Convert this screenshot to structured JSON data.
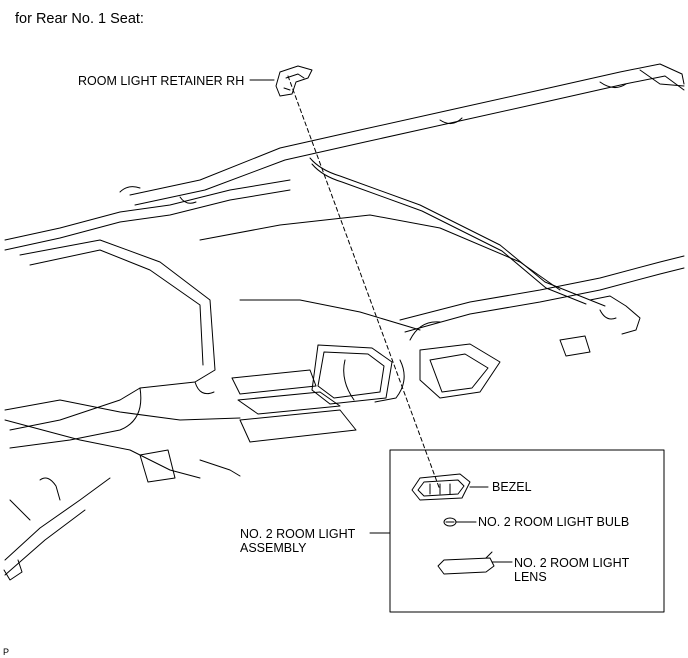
{
  "heading": "for Rear No. 1 Seat:",
  "labels": {
    "retainer": "ROOM LIGHT RETAINER RH",
    "assembly_line1": "NO. 2 ROOM LIGHT",
    "assembly_line2": "ASSEMBLY",
    "bezel": "BEZEL",
    "bulb": "NO. 2 ROOM LIGHT BULB",
    "lens_line1": "NO. 2 ROOM LIGHT",
    "lens_line2": "LENS"
  },
  "footer_code": "P",
  "colors": {
    "line": "#000000",
    "background": "#ffffff"
  },
  "icons": [
    "retainer-clip-icon",
    "bezel-icon",
    "bulb-icon",
    "lens-icon"
  ]
}
